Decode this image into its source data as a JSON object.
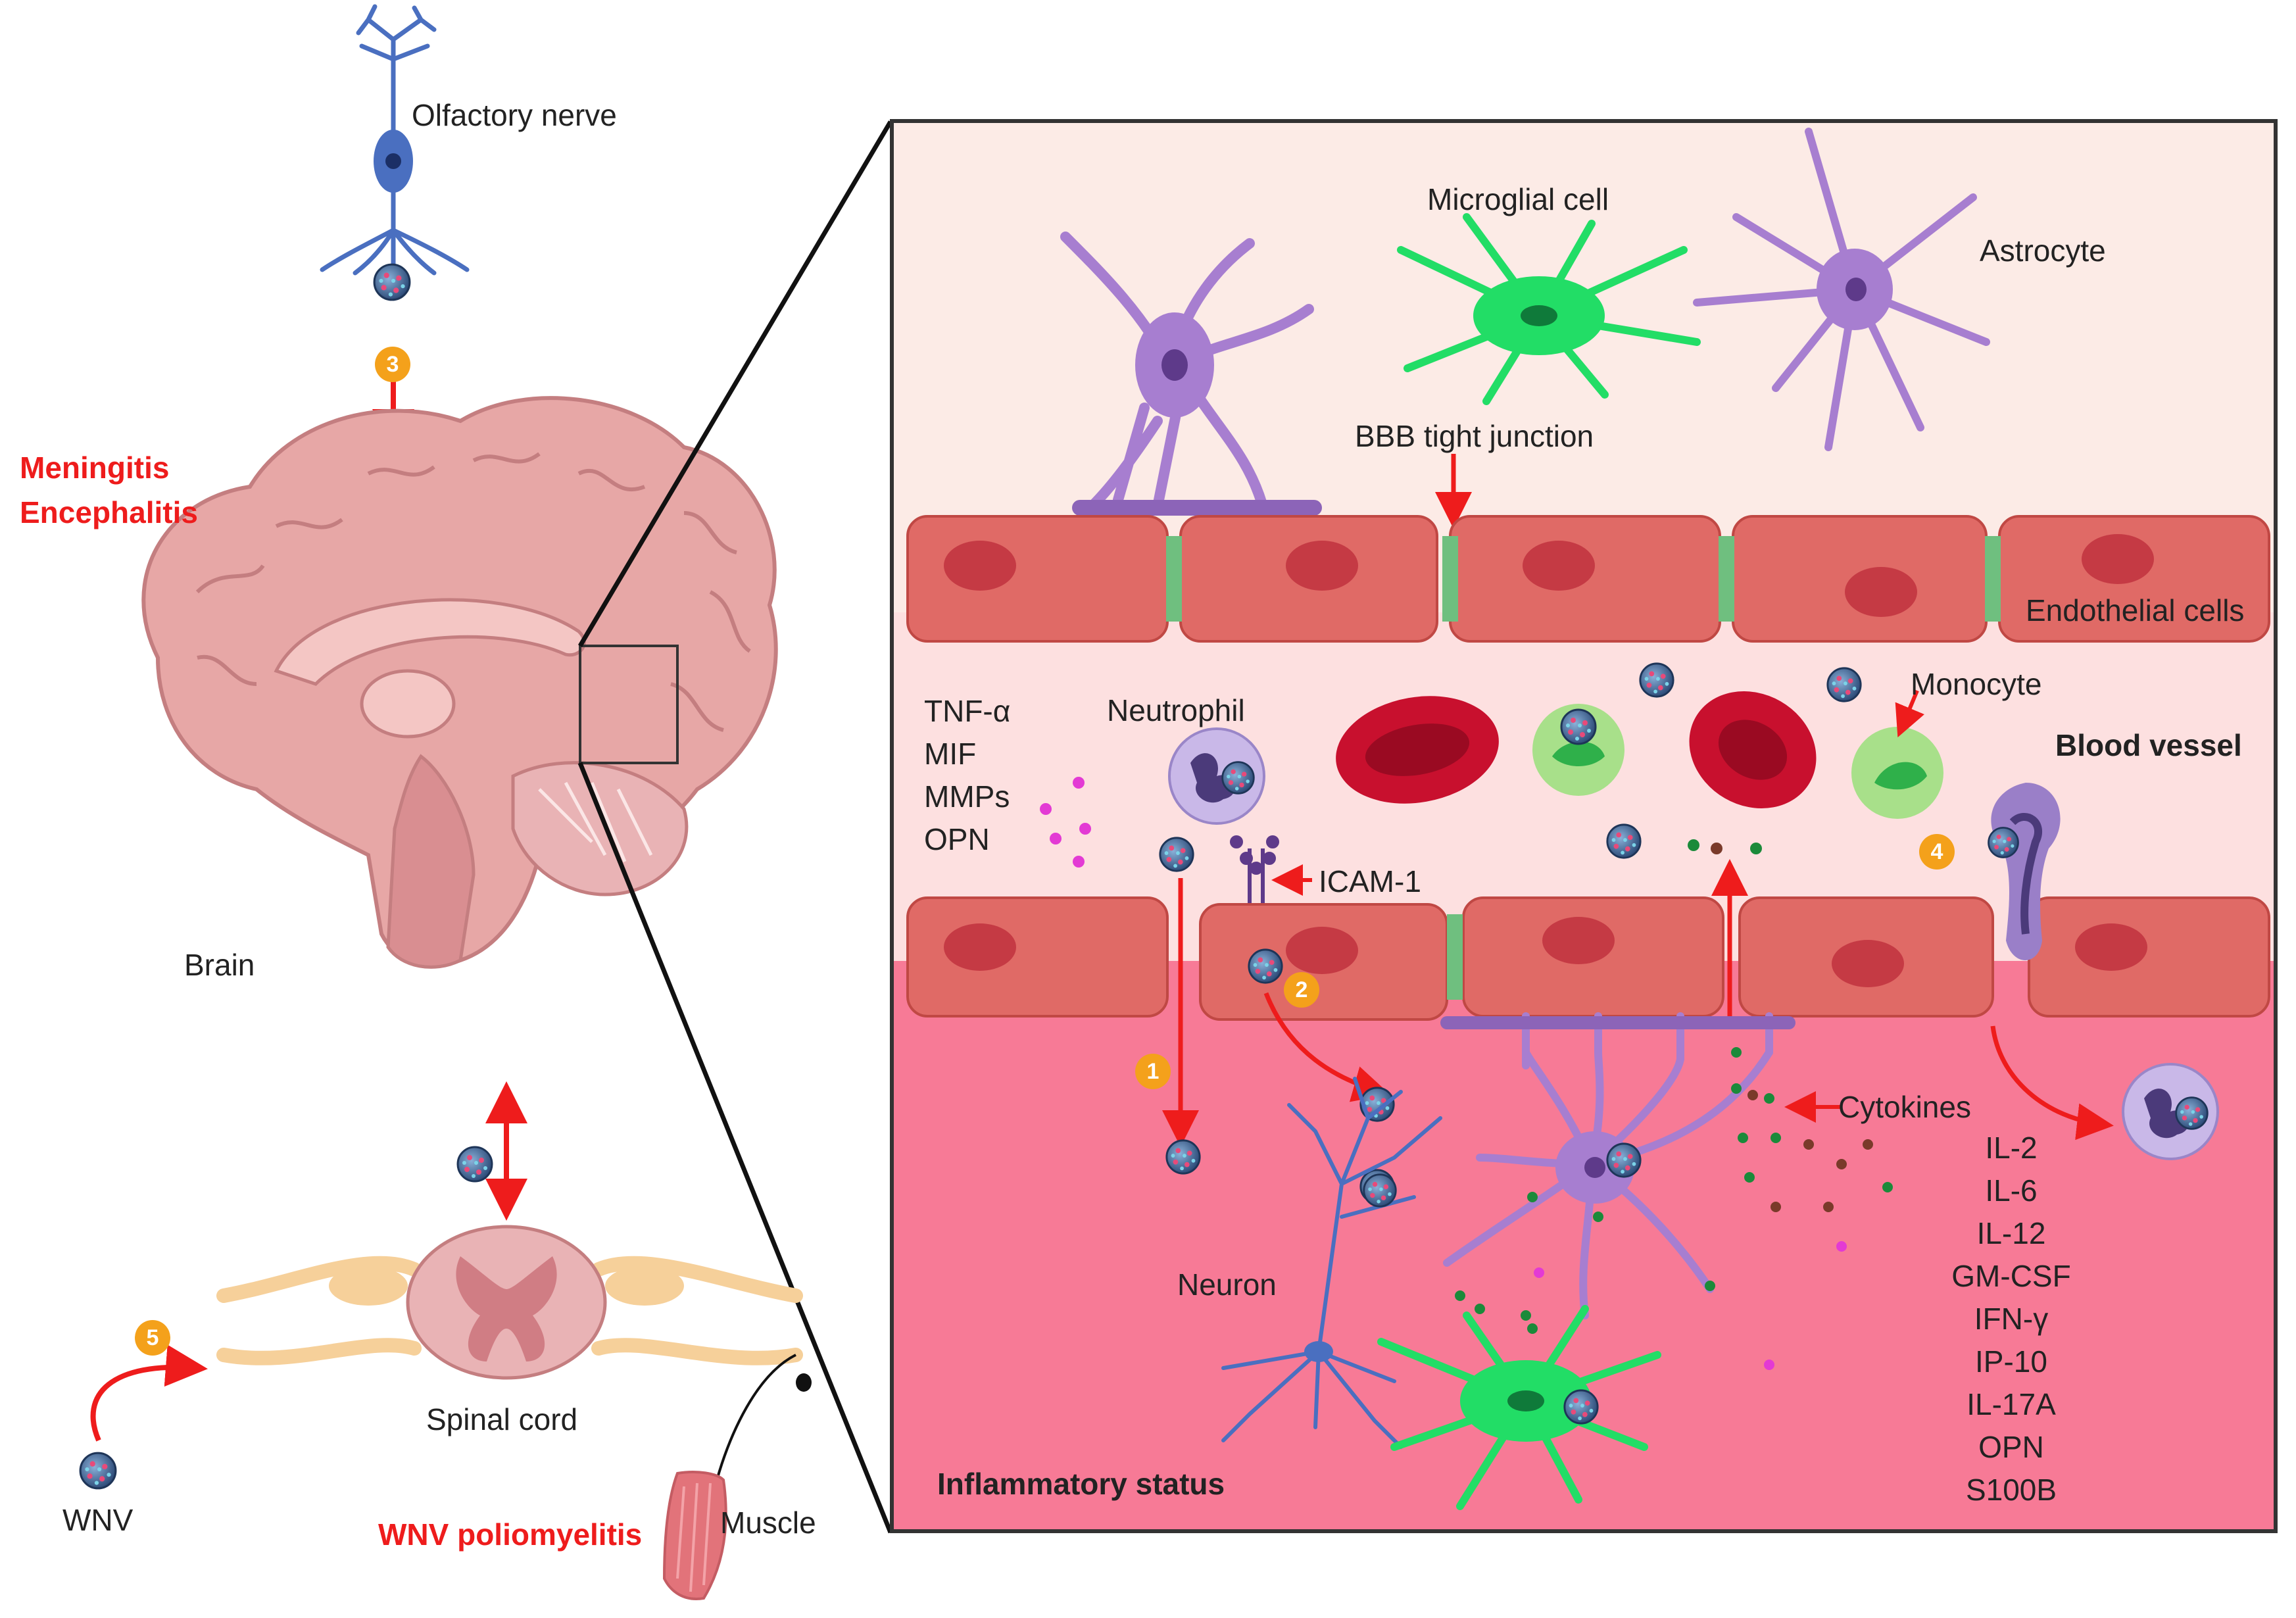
{
  "labels": {
    "olfactory_nerve": "Olfactory nerve",
    "meningitis": "Meningitis",
    "encephalitis": "Encephalitis",
    "brain": "Brain",
    "spinal_cord": "Spinal cord",
    "wnv": "WNV",
    "wnv_poliomyelitis": "WNV poliomyelitis",
    "muscle": "Muscle",
    "microglial_cell": "Microglial cell",
    "astrocyte": "Astrocyte",
    "bbb_tight_junction": "BBB tight junction",
    "endothelial_cells": "Endothelial cells",
    "neutrophil": "Neutrophil",
    "monocyte": "Monocyte",
    "blood_vessel": "Blood vessel",
    "icam1": "ICAM-1",
    "cytokines": "Cytokines",
    "neuron": "Neuron",
    "inflammatory_status": "Inflammatory status"
  },
  "mediators": [
    "TNF-α",
    "MIF",
    "MMPs",
    "OPN"
  ],
  "cytokine_list": [
    "IL-2",
    "IL-6",
    "IL-12",
    "GM-CSF",
    "IFN-γ",
    "IP-10",
    "IL-17A",
    "OPN",
    "S100B"
  ],
  "badges": [
    "1",
    "2",
    "3",
    "4",
    "5"
  ],
  "colors": {
    "arrow_red": "#ee1c1c",
    "badge_orange": "#f4a11b",
    "brain_pink": "#d99a9a",
    "endothelial": "#e06a66",
    "tight_junction": "#6fbf7f",
    "microglia": "#22dd66",
    "astrocyte": "#a77ed0",
    "neuron_blue": "#4a6fc0",
    "csf_bg": "#fcebe6",
    "vessel_bg": "#fde0e0",
    "tissue_bg": "#f77a96"
  }
}
